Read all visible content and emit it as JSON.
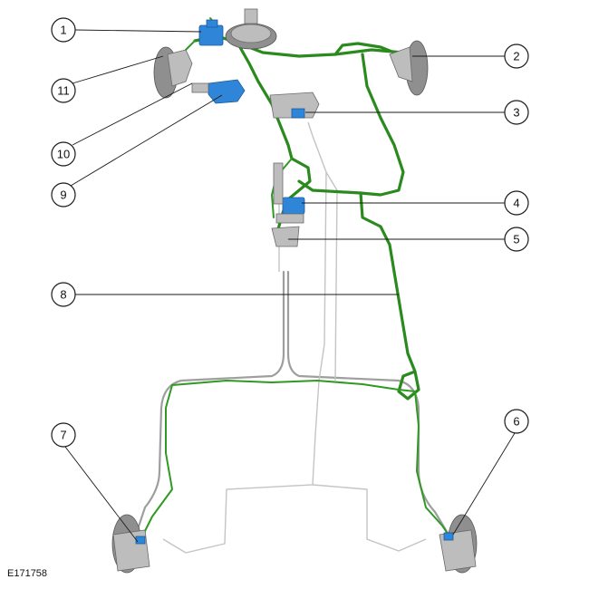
{
  "reference_code": "E171758",
  "callouts": [
    {
      "id": "1",
      "label": "1"
    },
    {
      "id": "2",
      "label": "2"
    },
    {
      "id": "3",
      "label": "3"
    },
    {
      "id": "4",
      "label": "4"
    },
    {
      "id": "5",
      "label": "5"
    },
    {
      "id": "6",
      "label": "6"
    },
    {
      "id": "7",
      "label": "7"
    },
    {
      "id": "8",
      "label": "8"
    },
    {
      "id": "9",
      "label": "9"
    },
    {
      "id": "10",
      "label": "10"
    },
    {
      "id": "11",
      "label": "11"
    }
  ],
  "colors": {
    "harness": "#2a8a1e",
    "module": "#2f86d8",
    "brake_line": "#9e9e9e"
  }
}
